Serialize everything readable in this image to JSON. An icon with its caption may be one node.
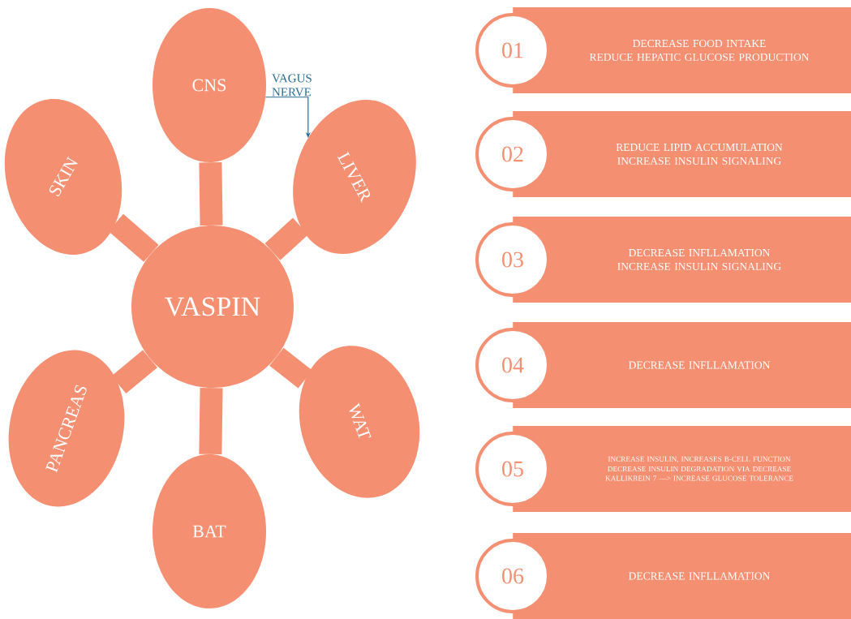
{
  "diagram": {
    "nodes": [
      {
        "text": [
          "VASPIN"
        ]
      },
      {
        "text": [
          "CNS"
        ]
      },
      {
        "text": [
          "LIVER"
        ]
      },
      {
        "text": [
          "WAT"
        ]
      },
      {
        "text": [
          "BAT"
        ]
      },
      {
        "text": [
          "PANCREAS"
        ]
      },
      {
        "text": [
          "SKIN"
        ]
      },
      {
        "text": [
          "01",
          "DECREASE FOOD INTAKE",
          "REDUCE HEPATIC GLUCOSE PRODUCTION"
        ]
      },
      {
        "text": [
          "02",
          "REDUCE LIPID ACCUMULATION",
          "INCREASE INSULIN SIGNALING"
        ]
      },
      {
        "text": [
          "03",
          "DECREASE INFLLAMATION",
          "INCREASE INSULIN SIGNALING"
        ]
      },
      {
        "text": [
          "04",
          "DECREASE INFLLAMATION"
        ]
      },
      {
        "text": [
          "05",
          "INCREASE INSULIN, INCREASES B-CELL FUNCTION",
          "DECREASE INSULIN DEGRADATION VIA DECREASE KALLIKREIN 7 —> INCREASE GLUCOSE TOLERANCE"
        ]
      },
      {
        "text": [
          "06",
          "DECREASE INFLLAMATION"
        ]
      }
    ],
    "edges": [
      {
        "from": 0,
        "to": 1,
        "arrow": "none"
      },
      {
        "from": 0,
        "to": 2,
        "arrow": "none"
      },
      {
        "from": 0,
        "to": 3,
        "arrow": "none"
      },
      {
        "from": 0,
        "to": 4,
        "arrow": "none"
      },
      {
        "from": 0,
        "to": 5,
        "arrow": "none"
      },
      {
        "from": 0,
        "to": 6,
        "arrow": "none"
      },
      {
        "from": 1,
        "to": 2,
        "arrow": "to",
        "label": "VAGUS NERVE",
        "color": "#2a6e96"
      }
    ]
  }
}
